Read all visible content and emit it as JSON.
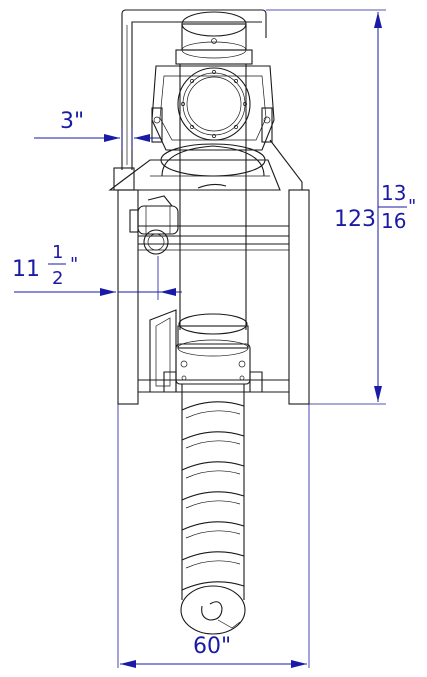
{
  "drawing": {
    "title": "",
    "line_color": "#1a1a1a",
    "dimension_color": "#1a1aa6",
    "dimensions": {
      "overall_height": {
        "whole": "123",
        "num": "13",
        "den": "16",
        "unit": "\""
      },
      "overall_width": {
        "text": "60\""
      },
      "top_offset": {
        "text": "3\""
      },
      "side_offset": {
        "whole": "11",
        "num": "1",
        "den": "2",
        "unit": "\""
      }
    }
  }
}
